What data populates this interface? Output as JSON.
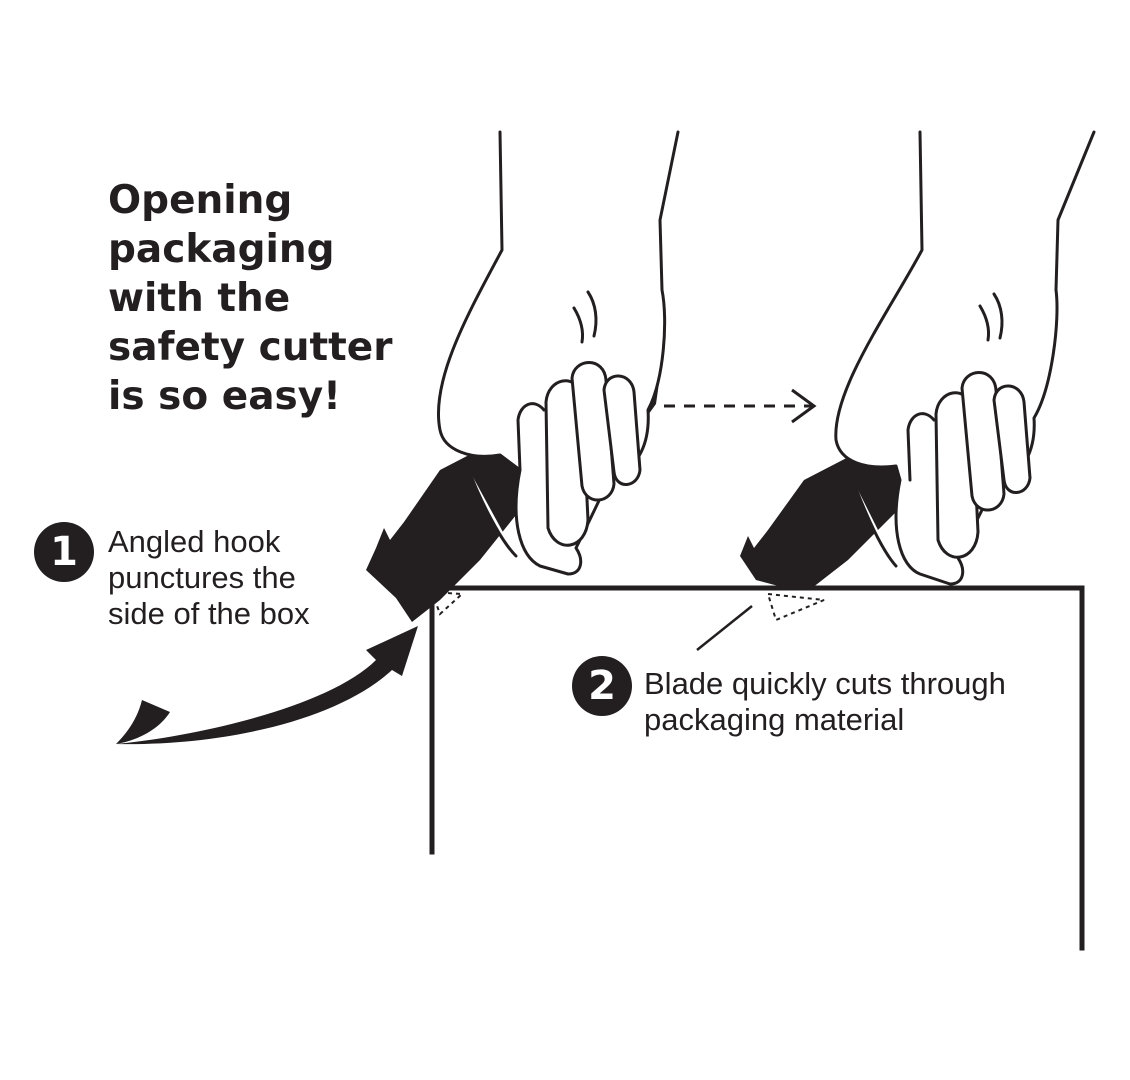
{
  "title": {
    "lines": [
      "Opening",
      "packaging",
      "with the",
      "safety cutter",
      "is so easy!"
    ]
  },
  "steps": [
    {
      "number": "1",
      "lines": [
        "Angled hook",
        "punctures the",
        "side of the box"
      ]
    },
    {
      "number": "2",
      "lines": [
        "Blade quickly cuts through",
        "packaging material"
      ]
    }
  ],
  "colors": {
    "ink": "#231f20",
    "background": "#ffffff"
  }
}
